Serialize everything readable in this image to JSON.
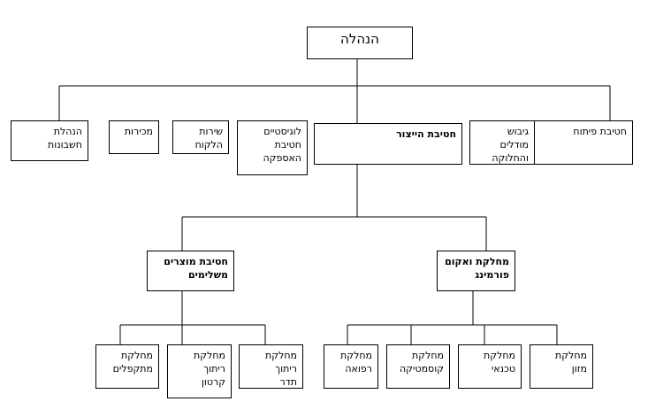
{
  "org_chart": {
    "root": "הנהלה",
    "level1": {
      "accounting": "הנהלת\nחשבונות",
      "sales": "מכירות",
      "customer_service": "שירות\nהלקוח",
      "logistics": "לוגיסטיים\nחטיבת\nהאספקה",
      "production": "חטיבת הייצור",
      "models": "גיבוש\nמודלים\nוהחלוקה",
      "development": "חטיבת פיתוח"
    },
    "level2": {
      "finished_products": "חטיבת מוצרים\nמשלימים",
      "vacuum_forming": "מחלקת ואקום\nפורמינג"
    },
    "level3": {
      "bumpers": "מחלקת\nמתקפלים",
      "carton_welding": "מחלקת\nריתוך\nקרטון",
      "room_welding": "מחלקת\nריתוך\nתדר",
      "medical": "מחלקת\nרפואה",
      "cosmetics": "מחלקת\nקוסמטיקה",
      "technical": "מחלקת\nטכנאי",
      "food": "מחלקת\nמזון"
    }
  }
}
